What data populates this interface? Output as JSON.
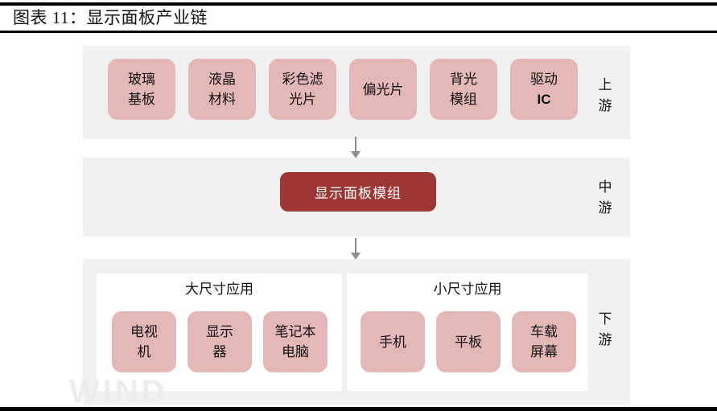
{
  "figure": {
    "title": "图表 11：显示面板产业链",
    "watermark": "WIND"
  },
  "colors": {
    "band_bg": "#f1f1f1",
    "node_pink": "#e5b8b8",
    "module_dark_red": "#9c3736",
    "arrow_gray": "#8d8d8d",
    "text": "#111111",
    "panel_white": "#ffffff"
  },
  "tiers": {
    "upstream": {
      "label_chars": [
        "上",
        "游"
      ],
      "nodes": [
        {
          "line1": "玻璃",
          "line2": "基板"
        },
        {
          "line1": "液晶",
          "line2": "材料"
        },
        {
          "line1": "彩色滤",
          "line2": "光片"
        },
        {
          "line1": "偏光片",
          "line2": ""
        },
        {
          "line1": "背光",
          "line2": "模组"
        },
        {
          "line1": "驱动",
          "line2": "IC"
        }
      ]
    },
    "midstream": {
      "label_chars": [
        "中",
        "游"
      ],
      "node": {
        "label": "显示面板模组"
      }
    },
    "downstream": {
      "label_chars": [
        "下",
        "游"
      ],
      "groups": [
        {
          "title": "大尺寸应用",
          "nodes": [
            {
              "line1": "电视",
              "line2": "机"
            },
            {
              "line1": "显示",
              "line2": "器"
            },
            {
              "line1": "笔记本",
              "line2": "电脑"
            }
          ]
        },
        {
          "title": "小尺寸应用",
          "nodes": [
            {
              "line1": "手机",
              "line2": ""
            },
            {
              "line1": "平板",
              "line2": ""
            },
            {
              "line1": "车载",
              "line2": "屏幕"
            }
          ]
        }
      ]
    }
  }
}
